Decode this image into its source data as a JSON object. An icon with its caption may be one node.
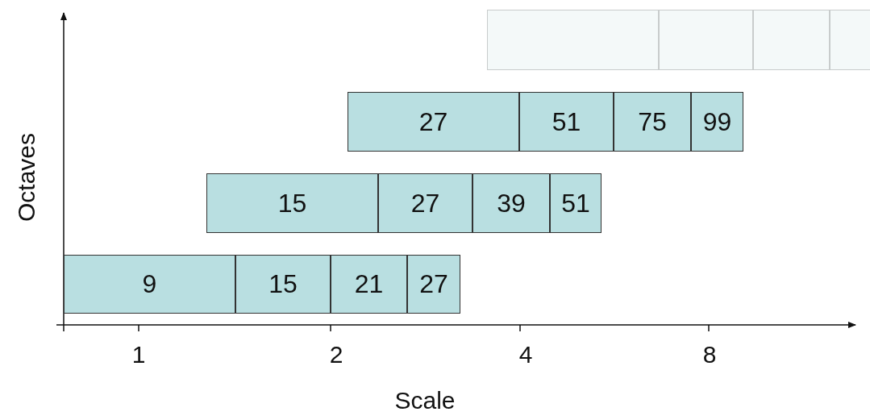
{
  "diagram": {
    "nodes": [
      {
        "text": [
          "9"
        ]
      },
      {
        "text": [
          "15"
        ]
      },
      {
        "text": [
          "21"
        ]
      },
      {
        "text": [
          "27"
        ]
      },
      {
        "text": [
          "15"
        ]
      },
      {
        "text": [
          "27"
        ]
      },
      {
        "text": [
          "39"
        ]
      },
      {
        "text": [
          "51"
        ]
      },
      {
        "text": [
          "27"
        ]
      },
      {
        "text": [
          "51"
        ]
      },
      {
        "text": [
          "75"
        ]
      },
      {
        "text": [
          "99"
        ]
      },
      {
        "text": [],
        "shape": "box"
      },
      {
        "text": [],
        "shape": "box"
      },
      {
        "text": [],
        "shape": "box"
      },
      {
        "text": [],
        "shape": "box"
      }
    ],
    "edges": [],
    "labels": [
      "Octaves",
      "1",
      "2",
      "4",
      "8",
      "Scale"
    ]
  }
}
